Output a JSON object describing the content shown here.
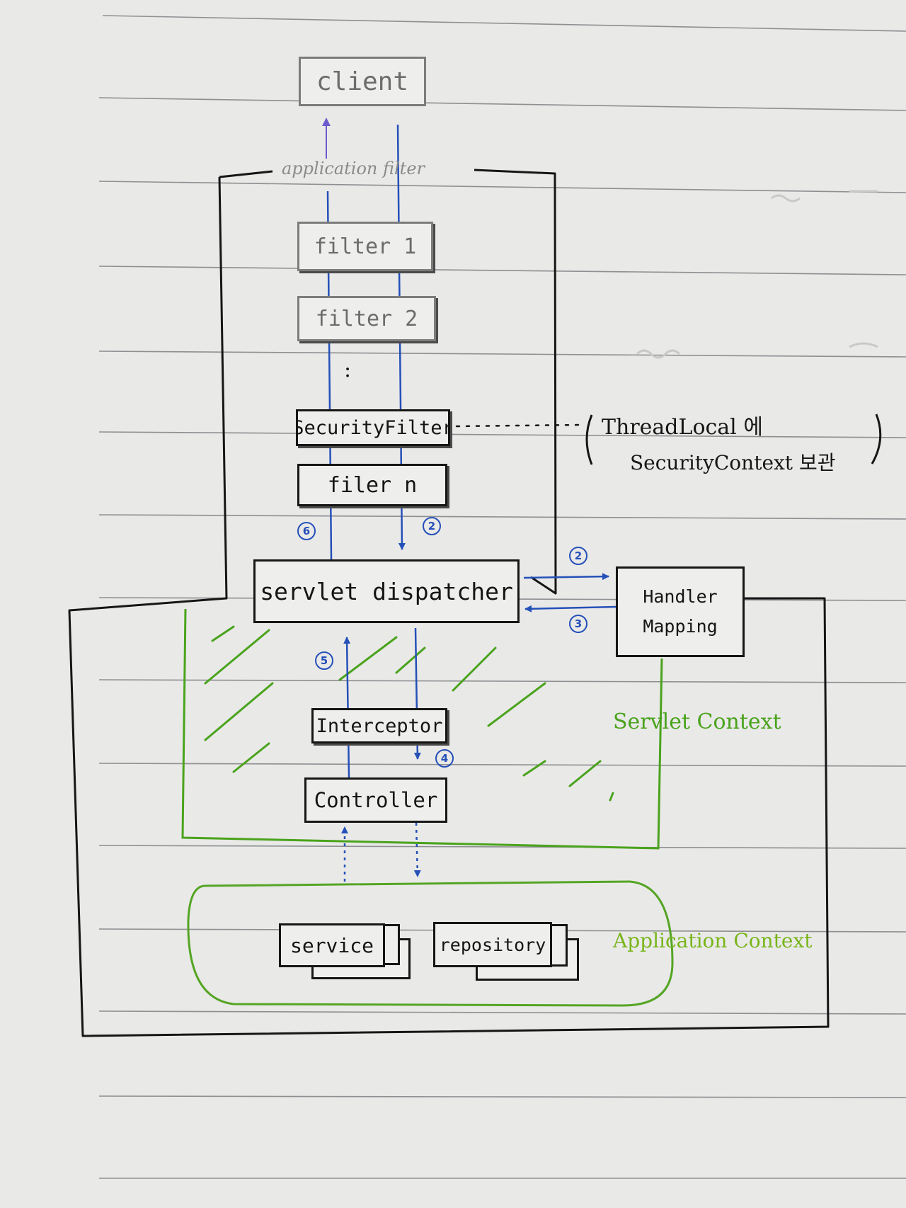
{
  "colors": {
    "paper": "#e9e9e8",
    "ruling": "#8d8f91",
    "ink": "#161616",
    "blue": "#2550b8",
    "green": "#4aa31c",
    "light_green": "#9ccc1a"
  },
  "boxes": {
    "client": "client",
    "filter_1": "filter 1",
    "filter_2": "filter 2",
    "ellipsis": ":",
    "security_filter": "SecurityFilter",
    "filter_n": "filer n",
    "servlet_dispatcher": "servlet dispatcher",
    "handler_mapping_line1": "Handler",
    "handler_mapping_line2": "Mapping",
    "interceptor": "Interceptor",
    "controller": "Controller",
    "service": "service",
    "repository": "repository"
  },
  "labels": {
    "application_filter": "application filter",
    "servlet_context": "Servlet Context",
    "application_context": "Application Context",
    "note_line1": "ThreadLocal 에",
    "note_line2": "SecurityContext 보관"
  },
  "steps": {
    "s2_down": "2",
    "s2_right": "2",
    "s3": "3",
    "s4": "4",
    "s5": "5",
    "s6": "6"
  }
}
